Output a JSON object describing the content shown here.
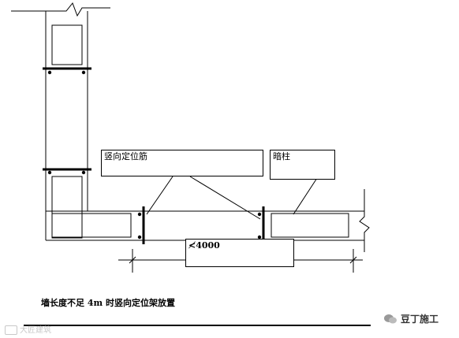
{
  "labels": {
    "vertical_positioning_bar": "竖向定位筋",
    "hidden_column": "暗柱",
    "dimension": "≮4000"
  },
  "caption": "墙长度不足 4m 时竖向定位架放置",
  "watermark_left": "大匠建筑",
  "watermark_right": "豆丁施工",
  "colors": {
    "line": "#000000",
    "background": "#ffffff",
    "watermark": "#c8c8c8"
  },
  "icons": {
    "left_watermark": "camera-icon",
    "right_watermark": "wechat-icon"
  }
}
